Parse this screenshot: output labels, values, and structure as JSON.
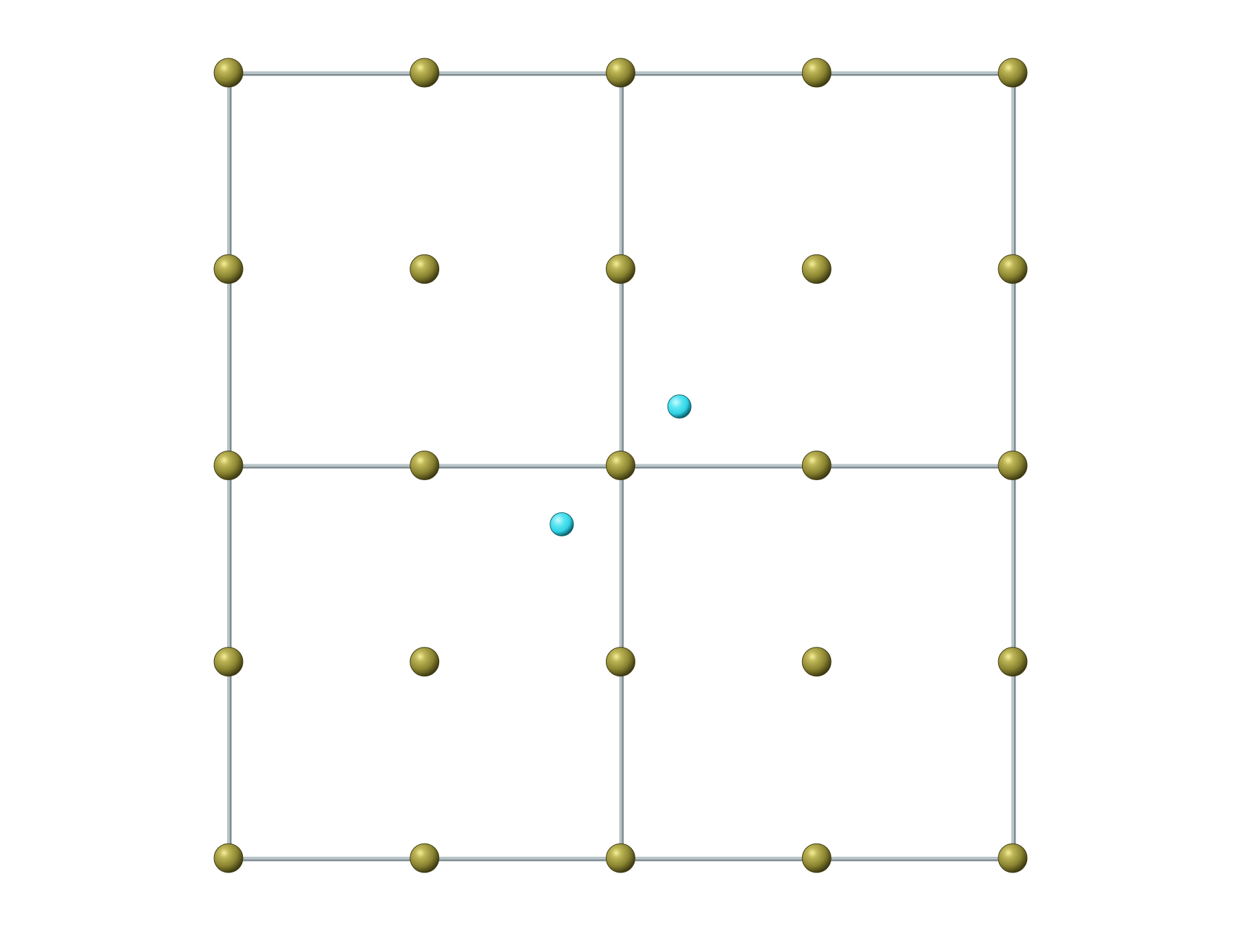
{
  "structure": {
    "cells": {
      "columns": 2,
      "rows": 2
    },
    "atoms_per_edge": 5,
    "atom_spacing_fraction": 0.5
  },
  "colors": {
    "background": "#ffffff",
    "frame_line": "#b8c4c8",
    "frame_line_shadow": "#7d8a8f",
    "host_atom_light": "#d8d28a",
    "host_atom_mid": "#8a8431",
    "host_atom_dark": "#3e3a12",
    "host_atom_highlight": "#f4ef9a",
    "impurity_atom_light": "#c8fbff",
    "impurity_atom_mid": "#2fd3e6",
    "impurity_atom_dark": "#0c5f6a"
  },
  "impurities": [
    {
      "cell_col": 1.15,
      "cell_row": 0.85
    },
    {
      "cell_col": 0.85,
      "cell_row": 1.15
    }
  ]
}
